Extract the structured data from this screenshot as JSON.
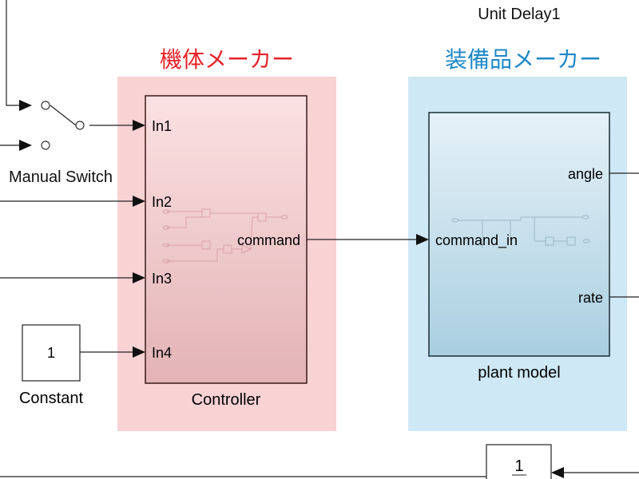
{
  "top_label": "Unit Delay1",
  "areas": [
    {
      "title": "機体メーカー",
      "color": "#e8232a"
    },
    {
      "title": "装備品メーカー",
      "color": "#1e88c8"
    }
  ],
  "manual_switch": {
    "label": "Manual Switch"
  },
  "constant": {
    "value": "1",
    "label": "Constant"
  },
  "controller": {
    "label": "Controller",
    "inports": [
      "In1",
      "In2",
      "In3",
      "In4"
    ],
    "outport": "command"
  },
  "plant": {
    "label": "plant model",
    "inport": "command_in",
    "outports": [
      "angle",
      "rate"
    ]
  },
  "bottom_block": {
    "value": "1"
  }
}
